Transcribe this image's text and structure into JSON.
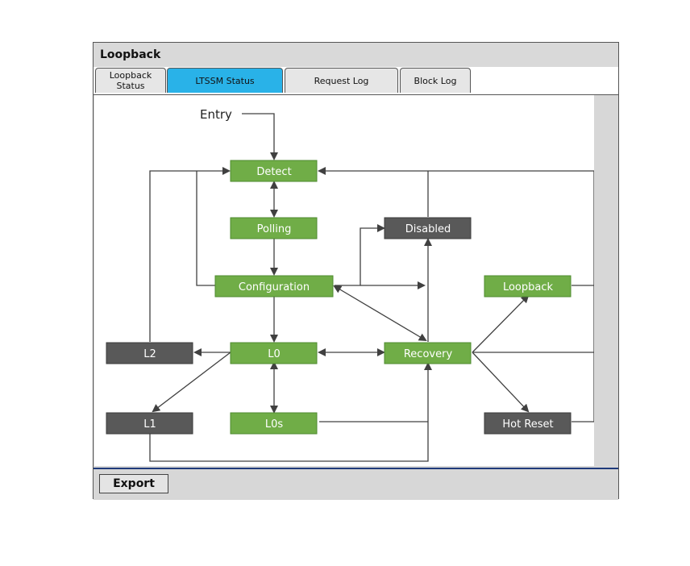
{
  "window": {
    "title": "Loopback",
    "tabs": [
      {
        "label": "Loopback\nStatus",
        "active": false
      },
      {
        "label": "LTSSM Status",
        "active": true
      },
      {
        "label": "Request Log",
        "active": false
      },
      {
        "label": "Block Log",
        "active": false
      }
    ],
    "export_label": "Export"
  },
  "diagram": {
    "entry_label": "Entry",
    "states": {
      "detect": "Detect",
      "polling": "Polling",
      "configuration": "Configuration",
      "l0": "L0",
      "l0s": "L0s",
      "recovery": "Recovery",
      "disabled": "Disabled",
      "loopback": "Loopback",
      "hot_reset": "Hot Reset",
      "l1": "L1",
      "l2": "L2"
    },
    "colors": {
      "active_state": "#70ad47",
      "inactive_state": "#595959",
      "accent_tab": "#29b2e8",
      "line": "#404040"
    }
  }
}
